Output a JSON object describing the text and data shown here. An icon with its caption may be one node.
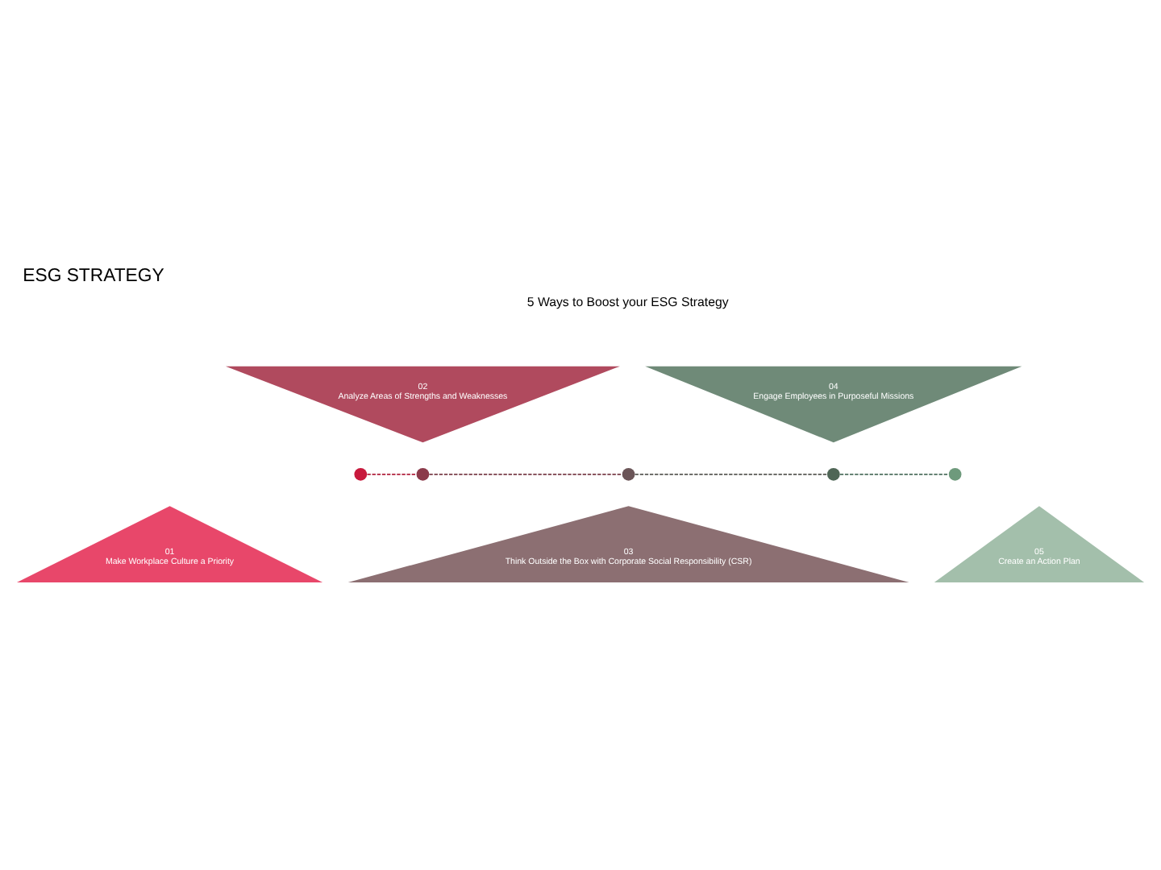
{
  "diagram": {
    "title": "ESG STRATEGY",
    "nodes": [
      {
        "text": [
          "01",
          "Make Workplace Culture a Priority"
        ]
      },
      {
        "text": [
          "02",
          "Analyze Areas of Strengths and Weaknesses"
        ]
      },
      {
        "text": [
          "03",
          "Think Outside the Box with Corporate Social Responsibility (CSR)"
        ]
      },
      {
        "text": [
          "04",
          "Engage Employees in Purposeful Missions"
        ]
      },
      {
        "text": [
          "05",
          "Create an Action Plan"
        ]
      },
      {
        "text": [],
        "shape": "circle"
      },
      {
        "text": [],
        "shape": "circle"
      },
      {
        "text": [],
        "shape": "circle"
      },
      {
        "text": [],
        "shape": "circle"
      },
      {
        "text": [],
        "shape": "circle"
      }
    ],
    "edges": [
      {
        "from": 5,
        "to": 6,
        "arrow": "none",
        "style": "dashed",
        "color": "#b0223e"
      },
      {
        "from": 6,
        "to": 7,
        "arrow": "none",
        "style": "dashed",
        "color": "#7a3f4a"
      },
      {
        "from": 7,
        "to": 8,
        "arrow": "none",
        "style": "dashed",
        "color": "#5a5a55"
      },
      {
        "from": 8,
        "to": 9,
        "arrow": "none",
        "style": "dashed",
        "color": "#4f7060"
      }
    ],
    "labels": [
      "5 Ways to Boost your ESG Strategy"
    ]
  }
}
